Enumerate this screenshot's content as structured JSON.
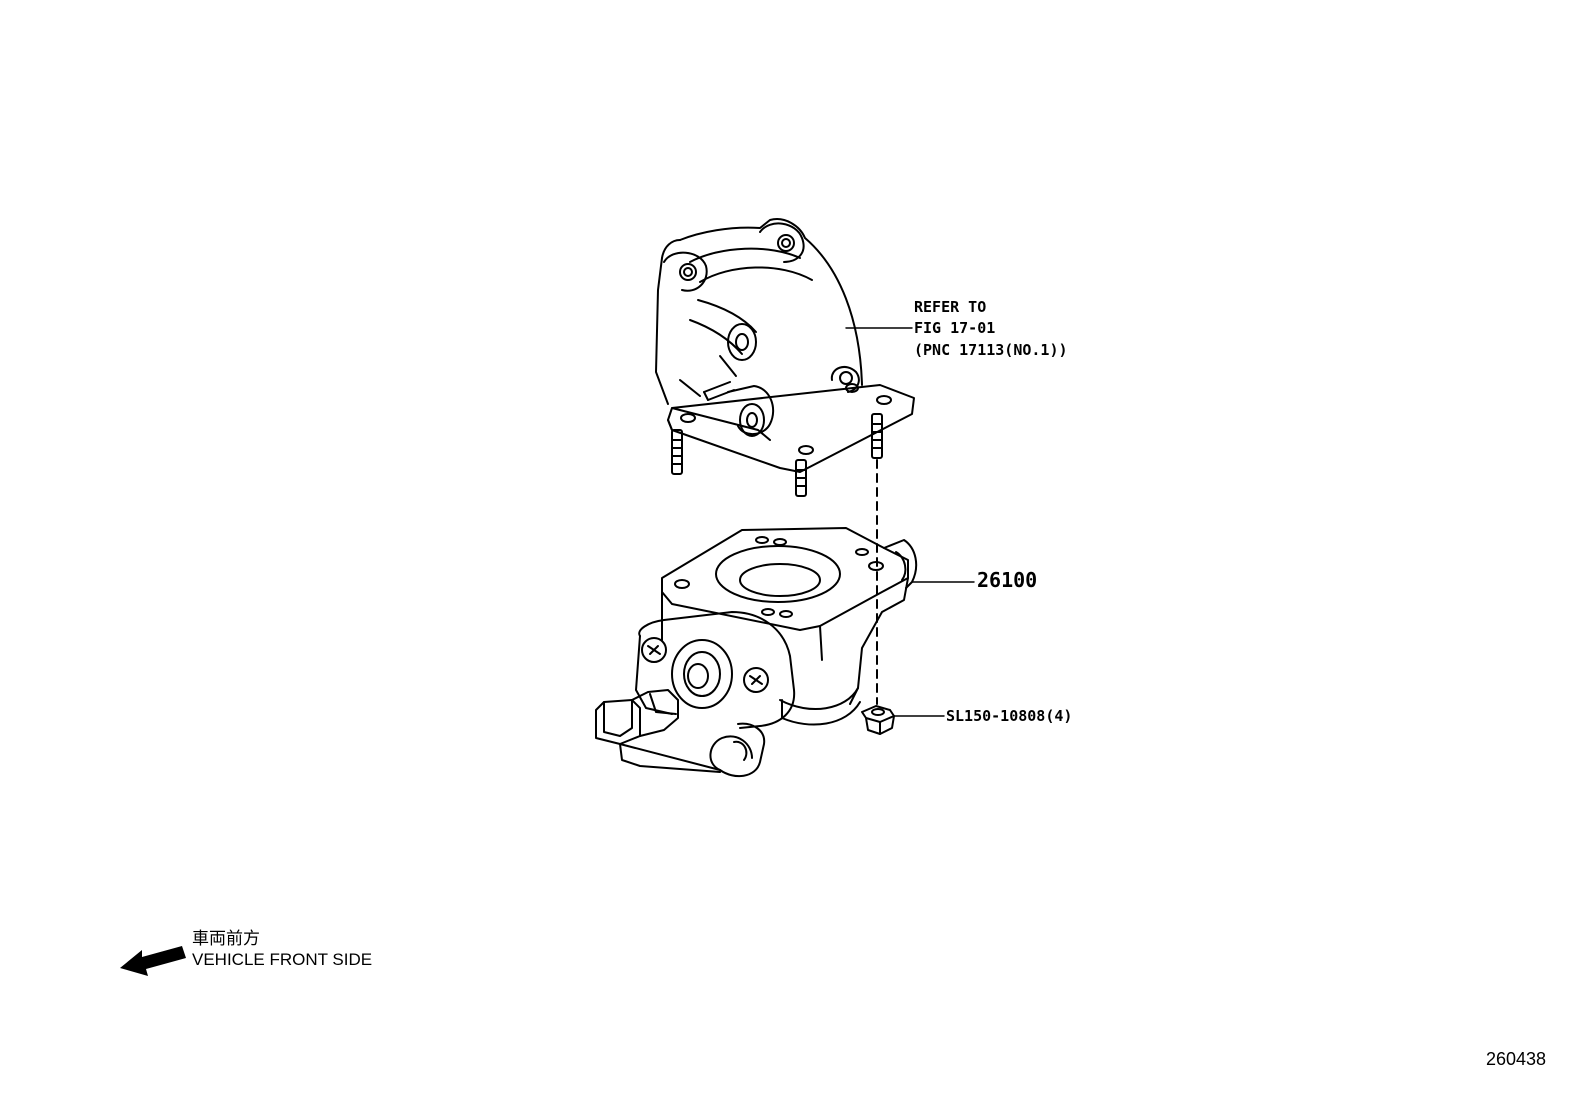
{
  "callouts": {
    "refer_line1": "REFER TO",
    "refer_line2": "FIG 17-01",
    "refer_line3": "(PNC 17113(NO.1))",
    "part_main": "26100",
    "part_bolt": "SL150-10808(4)"
  },
  "legend": {
    "japanese": "車両前方",
    "english": "VEHICLE FRONT SIDE",
    "arrow_icon": "left-arrow-icon"
  },
  "figure_id": "260438"
}
